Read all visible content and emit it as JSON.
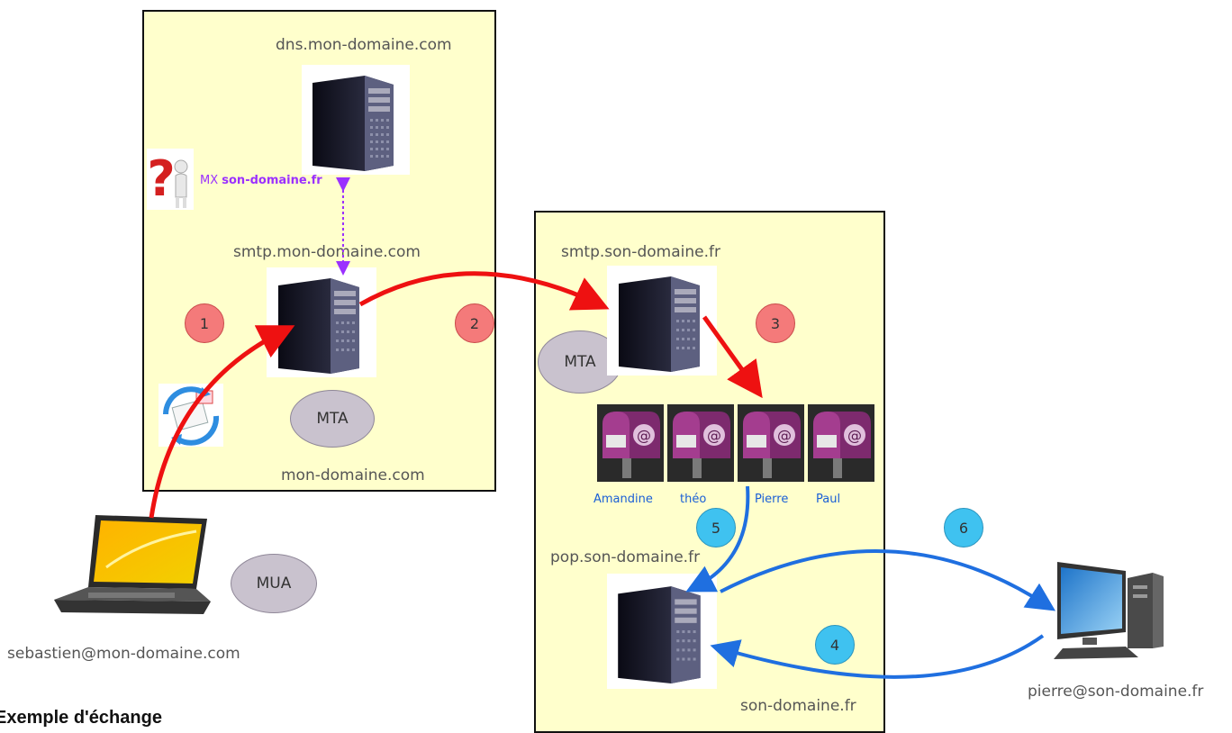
{
  "domains": {
    "mon_domaine": {
      "dns_host": "dns.mon-domaine.com",
      "smtp_host": "smtp.mon-domaine.com",
      "name": "mon-domaine.com",
      "mta_label": "MTA",
      "mx_prefix": "MX",
      "mx_target": "son-domaine.fr"
    },
    "son_domaine": {
      "smtp_host": "smtp.son-domaine.fr",
      "pop_host": "pop.son-domaine.fr",
      "name": "son-domaine.fr",
      "mta_label": "MTA",
      "mailboxes": [
        "Amandine",
        "théo",
        "Pierre",
        "Paul"
      ]
    }
  },
  "client": {
    "mua_label": "MUA",
    "sender": "sebastien@mon-domaine.com",
    "recipient": "pierre@son-domaine.fr"
  },
  "steps": [
    "1",
    "2",
    "3",
    "4",
    "5",
    "6"
  ],
  "colors": {
    "red_arrow": "#ee1111",
    "blue_arrow": "#1f6fe0",
    "box_fill": "#ffffcc",
    "mx_text": "#9b30ff"
  },
  "footer_text": "Exemple d'échange"
}
